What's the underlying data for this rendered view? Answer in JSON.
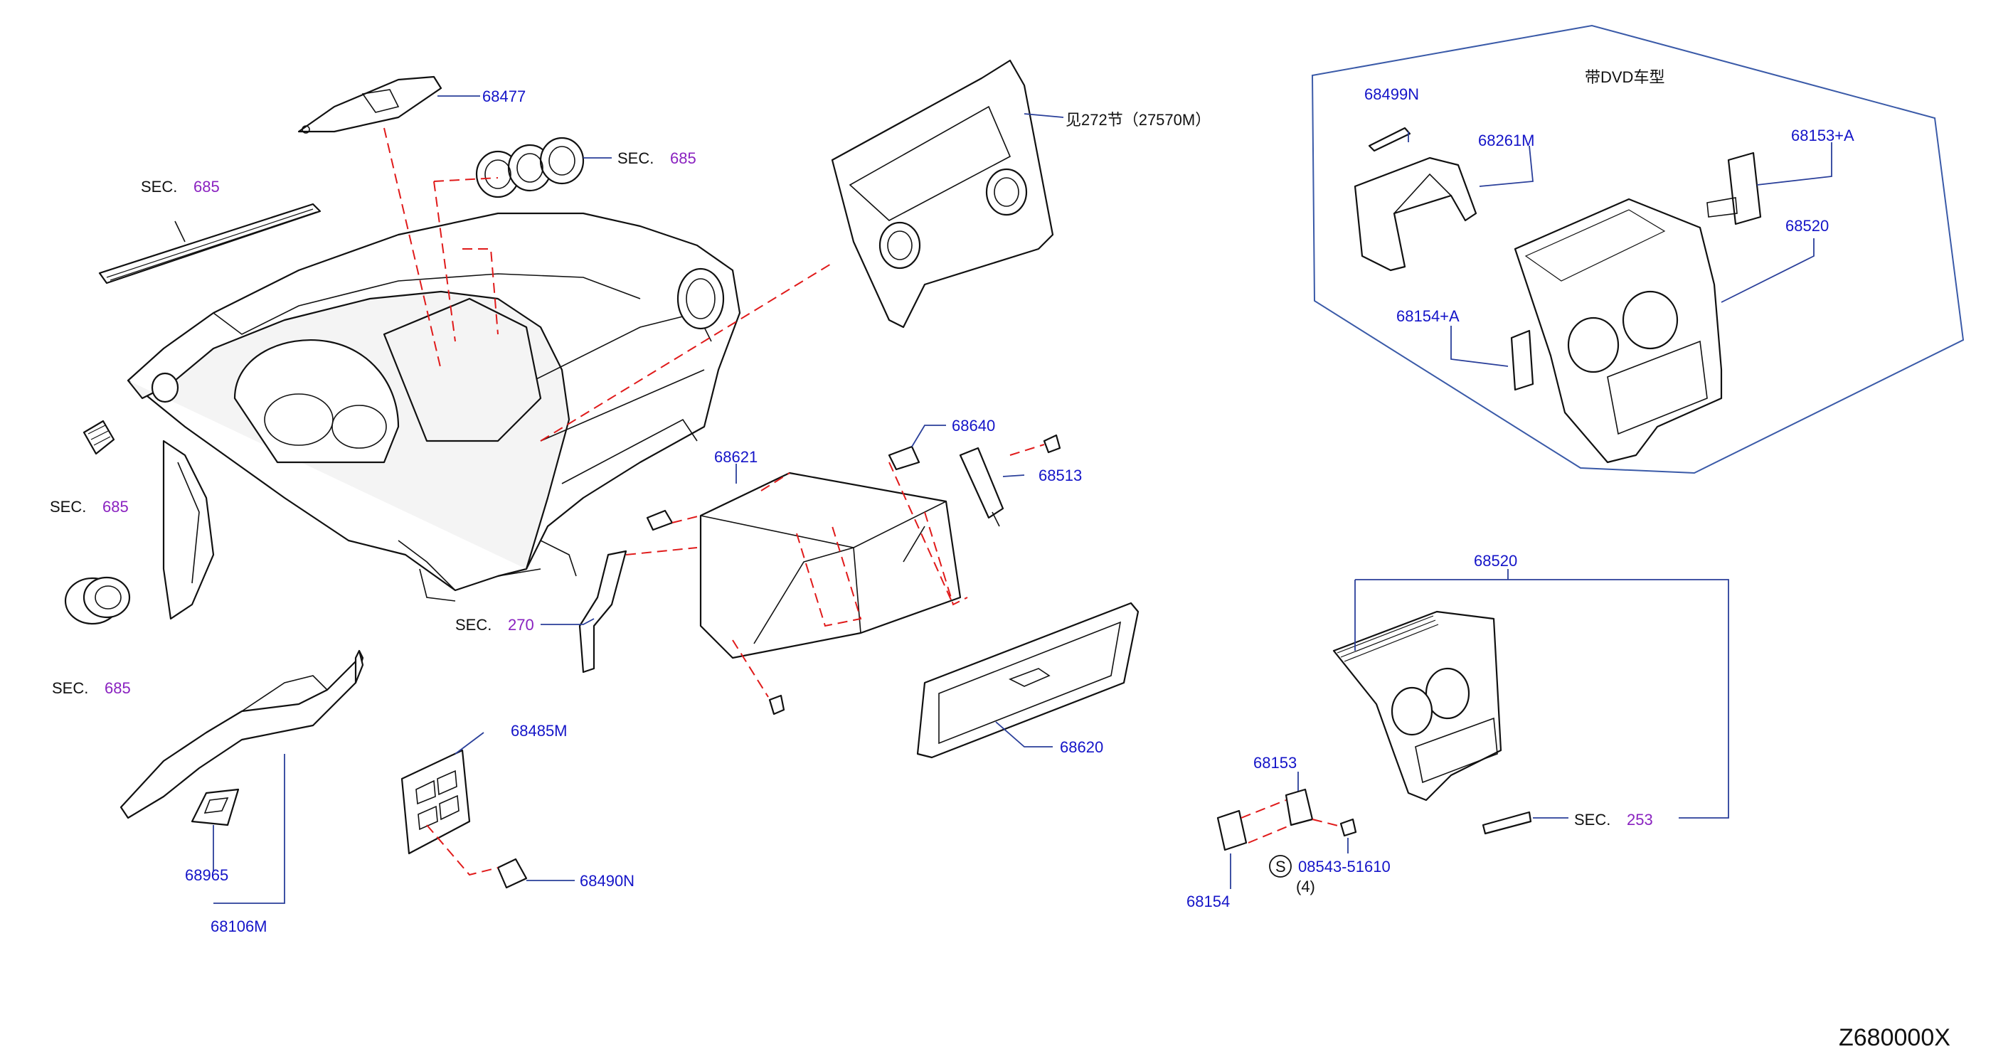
{
  "diagram": {
    "dvd_variant_label": "带DVD车型",
    "ref_note": "见272节（27570M）",
    "drawing_code": "Z680000X",
    "sec_prefix": "SEC.",
    "sec_refs": {
      "s685_top": "685",
      "s685_vent_left": "685",
      "s685_vent_lower": "685",
      "s685_vent_center": "685",
      "s270": "270",
      "s253": "253"
    },
    "parts": {
      "p68477": "68477",
      "p68621": "68621",
      "p68640": "68640",
      "p68513": "68513",
      "p68620": "68620",
      "p68485M": "68485M",
      "p68490N": "68490N",
      "p68965": "68965",
      "p68106M": "68106M",
      "p68499N": "68499N",
      "p68261M": "68261M",
      "p68153A": "68153+A",
      "p68520_dvd": "68520",
      "p68154A": "68154+A",
      "p68520": "68520",
      "p68153": "68153",
      "p68154": "68154",
      "screw": "08543-51610",
      "screw_qty": "(4)",
      "screw_symbol": "S"
    }
  }
}
